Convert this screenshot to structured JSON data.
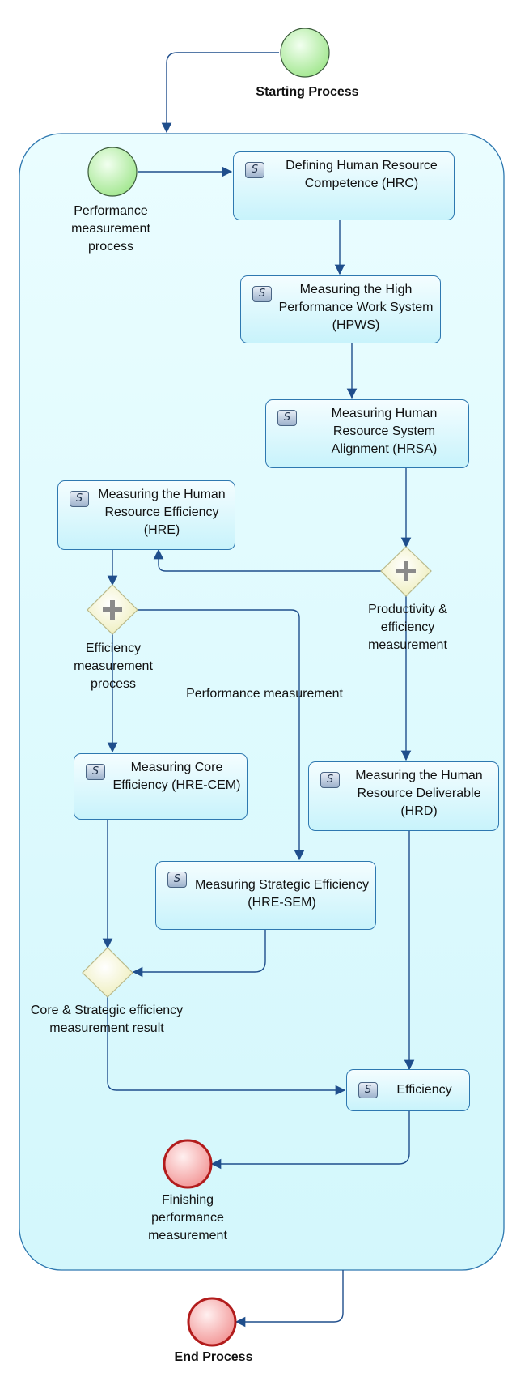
{
  "events": {
    "starting": {
      "label": "Starting Process"
    },
    "perf_start": {
      "label": "Performance measurement process"
    },
    "finishing": {
      "label": "Finishing performance measurement"
    },
    "end": {
      "label": "End Process"
    }
  },
  "tasks": {
    "hrc": {
      "label": "Defining Human Resource Competence (HRC)"
    },
    "hpws": {
      "label": "Measuring the High Performance Work System (HPWS)"
    },
    "hrsa": {
      "label": "Measuring Human Resource System Alignment (HRSA)"
    },
    "hre": {
      "label": "Measuring the Human Resource Efficiency (HRE)"
    },
    "hre_cem": {
      "label": "Measuring Core Efficiency (HRE-CEM)"
    },
    "hrd": {
      "label": "Measuring the Human Resource Deliverable (HRD)"
    },
    "hre_sem": {
      "label": "Measuring Strategic Efficiency (HRE-SEM)"
    },
    "efficiency": {
      "label": "Efficiency"
    }
  },
  "gateways": {
    "productivity": {
      "label": "Productivity & efficiency measurement"
    },
    "efficiency_process": {
      "label": "Efficiency measurement process"
    },
    "core_strategic": {
      "label": "Core & Strategic efficiency measurement result"
    }
  },
  "flows": {
    "performance_measurement": {
      "label": "Performance measurement"
    }
  },
  "icons": {
    "task": "script-task-icon",
    "parallel_gateway": "plus-icon"
  },
  "colors": {
    "pool_fill": "#dffbff",
    "pool_border": "#2e78b0",
    "start_event": "#b6f0a6",
    "end_event": "#f5a0a0",
    "gateway": "#f4f4c4",
    "flow": "#1f4e8c"
  }
}
